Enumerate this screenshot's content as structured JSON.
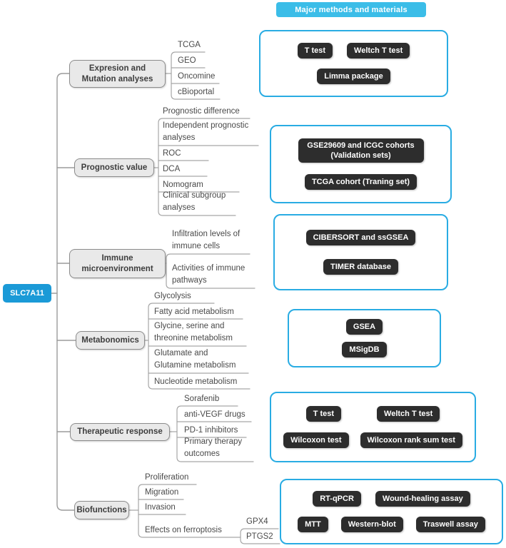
{
  "header": {
    "label": "Major methods and materials"
  },
  "root": {
    "label": "SLC7A11"
  },
  "colors": {
    "header_bg": "#3BBDE8",
    "root_bg": "#1B9AD7",
    "container_border": "#29ACE3",
    "method_pill_bg": "#2D2D2D",
    "category_bg": "#E9E9E9",
    "connector_line": "#9B9B9B"
  },
  "branches": [
    {
      "category": "Expresion and Mutation analyses",
      "items": [
        "TCGA",
        "GEO",
        "Oncomine",
        "cBioportal"
      ],
      "methods": [
        [
          "T test",
          "Weltch T test"
        ],
        [
          "Limma package"
        ]
      ]
    },
    {
      "category": "Prognostic value",
      "items": [
        "Prognostic difference",
        "Independent prognostic analyses",
        "ROC",
        "DCA",
        "Nomogram",
        "Clinical subgroup analyses"
      ],
      "methods": [
        [
          "GSE29609 and ICGC cohorts (Validation sets)"
        ],
        [
          "TCGA cohort (Traning set)"
        ]
      ]
    },
    {
      "category": "Immune microenvironment",
      "items": [
        "Infiltration levels of immune cells",
        "Activities of immune pathways"
      ],
      "methods": [
        [
          "CIBERSORT and ssGSEA"
        ],
        [
          "TIMER database"
        ]
      ]
    },
    {
      "category": "Metabonomics",
      "items": [
        "Glycolysis",
        "Fatty acid metabolism",
        "Glycine, serine and threonine metabolism",
        "Glutamate and Glutamine metabolism",
        "Nucleotide metabolism"
      ],
      "methods": [
        [
          "GSEA"
        ],
        [
          "MSigDB"
        ]
      ]
    },
    {
      "category": "Therapeutic response",
      "items": [
        "Sorafenib",
        "anti-VEGF drugs",
        "PD-1 inhibitors",
        "Primary therapy outcomes"
      ],
      "methods": [
        [
          "T test",
          "Weltch T test"
        ],
        [
          "Wilcoxon test",
          "Wilcoxon rank sum test"
        ]
      ]
    },
    {
      "category": "Biofunctions",
      "items": [
        "Proliferation",
        "Migration",
        "Invasion",
        "Effects on ferroptosis"
      ],
      "children": [
        "GPX4",
        "PTGS2"
      ],
      "methods": [
        [
          "RT-qPCR",
          "Wound-healing assay"
        ],
        [
          "MTT",
          "Western-blot",
          "Traswell assay"
        ]
      ]
    }
  ]
}
